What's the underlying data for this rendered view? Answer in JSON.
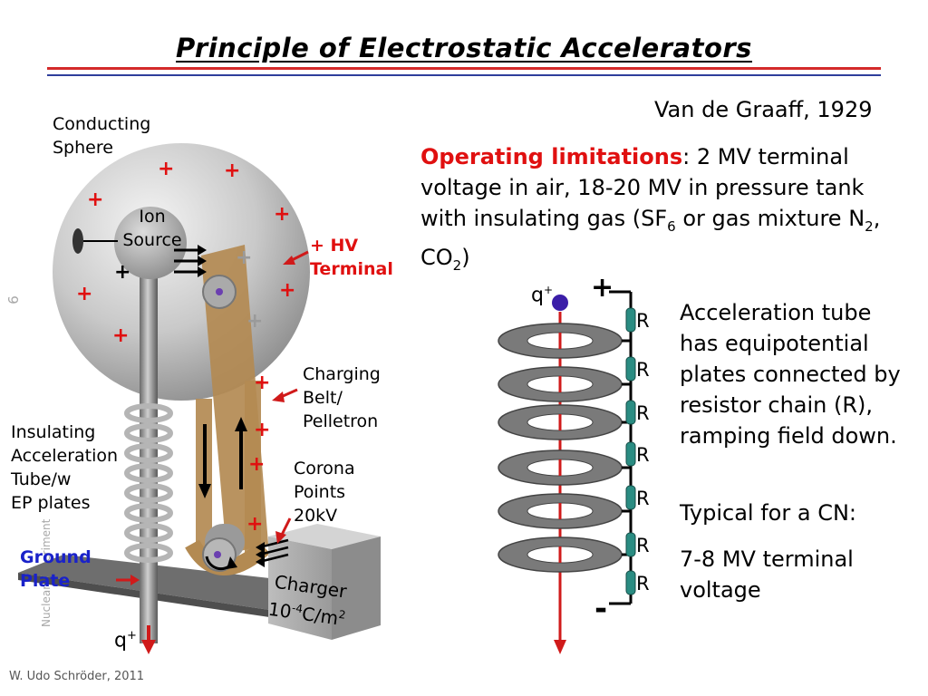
{
  "title": "Principle of Electrostatic Accelerators",
  "subtitle_credit": "Van de Graaff, 1929",
  "limitations": {
    "heading": "Operating limitations",
    "text_1": ": 2 MV terminal voltage in air, 18-20 MV in pressure tank with insulating gas (SF",
    "sub_1": "6",
    "text_2": " or gas mixture N",
    "sub_2": "2",
    "text_3": ", CO",
    "sub_3": "2",
    "text_4": ")"
  },
  "labels": {
    "conducting_sphere_1": "Conducting",
    "conducting_sphere_2": "Sphere",
    "ion_source_1": "Ion",
    "ion_source_2": "Source",
    "hv_terminal_1": "+ HV",
    "hv_terminal_2": "Terminal",
    "charging_belt_1": "Charging",
    "charging_belt_2": "Belt/",
    "charging_belt_3": "Pelletron",
    "corona_1": "Corona",
    "corona_2": "Points",
    "corona_3": "20kV",
    "insulating_1": "Insulating",
    "insulating_2": "Acceleration",
    "insulating_3": "Tube/w",
    "insulating_4": "EP plates",
    "ground_1": "Ground",
    "ground_2": "Plate",
    "charger_1": "Charger",
    "charger_2_pre": "10",
    "charger_2_sup": "-4",
    "charger_2_post": "C/m",
    "charger_2_sup2": "2",
    "q_plus": "q",
    "q_sup": "+",
    "plus_sign": "+",
    "minus_sign": "-",
    "resistor": "R"
  },
  "right_text": {
    "p1": "Acceleration tube has equipotential plates connected by resistor chain (R), ramping field down.",
    "p2": "Typical for a CN:",
    "p3": "7-8 MV terminal voltage"
  },
  "side_caption": "Nuclear Experiment",
  "slide_number": "6",
  "footer": "W. Udo Schröder, 2011"
}
